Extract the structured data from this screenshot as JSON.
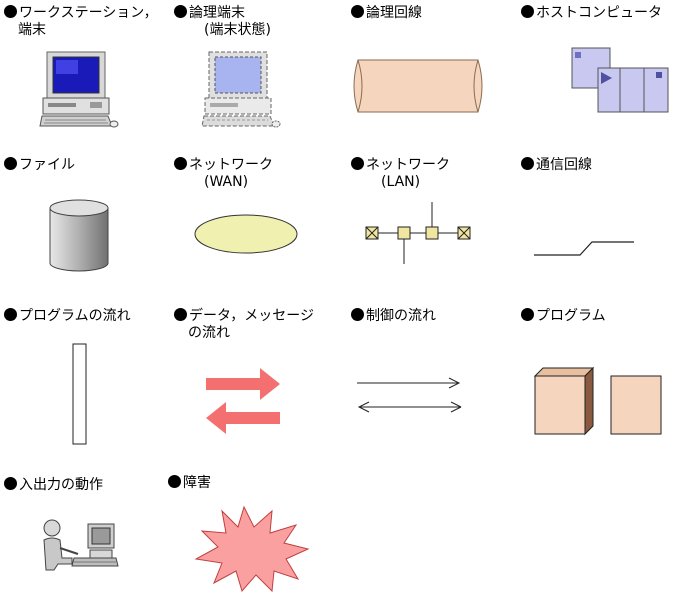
{
  "legend": [
    {
      "key": "workstation",
      "lines": [
        "ワークステーション，",
        "端末"
      ]
    },
    {
      "key": "logical-terminal",
      "lines": [
        "論理端末",
        "(端末状態)"
      ]
    },
    {
      "key": "logical-line",
      "lines": [
        "論理回線"
      ]
    },
    {
      "key": "host-computer",
      "lines": [
        "ホストコンピュータ"
      ]
    },
    {
      "key": "file",
      "lines": [
        "ファイル"
      ]
    },
    {
      "key": "network-wan",
      "lines": [
        "ネットワーク",
        "(WAN)"
      ]
    },
    {
      "key": "network-lan",
      "lines": [
        "ネットワーク",
        "(LAN)"
      ]
    },
    {
      "key": "communication-line",
      "lines": [
        "通信回線"
      ]
    },
    {
      "key": "program-flow",
      "lines": [
        "プログラムの流れ"
      ]
    },
    {
      "key": "data-flow",
      "lines": [
        "データ，メッセージ",
        "の流れ"
      ]
    },
    {
      "key": "control-flow",
      "lines": [
        "制御の流れ"
      ]
    },
    {
      "key": "program",
      "lines": [
        "プログラム"
      ]
    },
    {
      "key": "io-operation",
      "lines": [
        "入出力の動作"
      ]
    },
    {
      "key": "failure",
      "lines": [
        "障害"
      ]
    }
  ],
  "colors": {
    "pipe": "#f5d5bd",
    "file_cylinder": "#bfbfbf",
    "wan": "#f0f0b0",
    "arrow": "#f47070",
    "box": "#f5d5bd",
    "burst": "#fba0a0",
    "lan_node": "#f0e6a0"
  }
}
